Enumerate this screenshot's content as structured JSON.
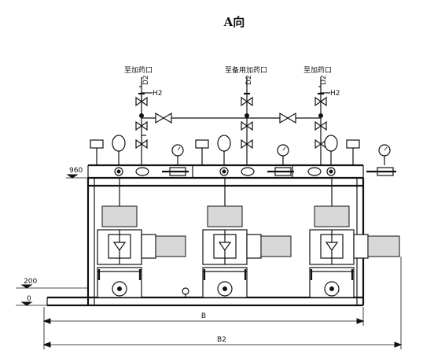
{
  "title": "A向",
  "inlets": {
    "left": "至加药口",
    "center": "至备用加药口",
    "right": "至加药口"
  },
  "pipe_labels": {
    "d": "D2",
    "h": "H2"
  },
  "levels": {
    "top": "960",
    "mid": "200",
    "base": "0"
  },
  "dimensions": {
    "b": "B",
    "b2": "B2"
  }
}
